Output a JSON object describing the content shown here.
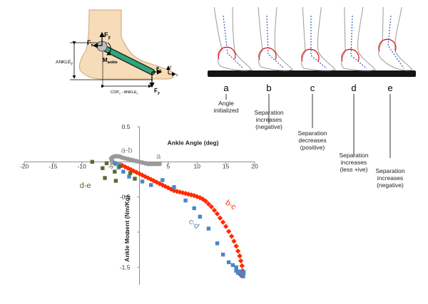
{
  "foot_diagram": {
    "labels": {
      "fx_top": "F",
      "fx_top_sub": "x",
      "fy_top": "F",
      "fy_top_sub": "y",
      "ankle_y": "ANKLE",
      "ankle_y_sub": "y",
      "m_ankle": "M",
      "m_ankle_sub": "ankle",
      "fx_bottom": "F",
      "fx_bottom_sub": "x",
      "fy_bottom": "F",
      "fy_bottom_sub": "y",
      "cop": "COP",
      "cop_sub": "x",
      "cop_mid": " - ANKLE",
      "cop_sub2": "x",
      "axis_x": "x",
      "axis_y": "y"
    }
  },
  "stages": [
    {
      "letter": "a",
      "caption": [
        "Angle",
        "initialized"
      ]
    },
    {
      "letter": "b",
      "caption": [
        "Separation",
        "increases",
        "(negative)"
      ]
    },
    {
      "letter": "c",
      "caption": [
        "Separation",
        "decreases",
        "(positive)"
      ]
    },
    {
      "letter": "d",
      "caption": [
        "Separation",
        "increases",
        "(less +ive)"
      ]
    },
    {
      "letter": "e",
      "caption": [
        "Separation",
        "increases",
        "(negative)"
      ]
    }
  ],
  "chart_data": {
    "type": "scatter",
    "title": "",
    "xlabel": "Ankle Angle (deg)",
    "ylabel": "Ankle Moment (Nm/Kg)",
    "xlim": [
      -20,
      20
    ],
    "ylim": [
      -1.75,
      0.5
    ],
    "x_ticks": [
      -20,
      -15,
      -10,
      -5,
      0,
      5,
      10,
      15,
      20
    ],
    "y_ticks": [
      0.5,
      -0.5,
      -1,
      -1.5
    ],
    "segment_labels": [
      "a-b",
      "a",
      "b-c",
      "c-d",
      "d-e"
    ],
    "series": [
      {
        "name": "a-b",
        "color": "#9a9a9a",
        "marker": "circle",
        "points": [
          [
            -4.2,
            0.08
          ],
          [
            -4.6,
            0.07
          ],
          [
            -4.9,
            0.05
          ],
          [
            -4.8,
            0.02
          ],
          [
            -4.5,
            -0.01
          ],
          [
            -4.2,
            -0.03
          ],
          [
            -3.5,
            -0.03
          ],
          [
            -3.0,
            0.06
          ],
          [
            -2.5,
            0.05
          ],
          [
            -2,
            0.04
          ],
          [
            -1.5,
            0.03
          ],
          [
            -1,
            0.02
          ],
          [
            -0.5,
            0.01
          ],
          [
            0,
            0.0
          ],
          [
            0.5,
            -0.01
          ],
          [
            1,
            -0.02
          ],
          [
            1.5,
            -0.03
          ],
          [
            2,
            -0.03
          ],
          [
            2.5,
            -0.03
          ],
          [
            3,
            -0.03
          ],
          [
            3.5,
            -0.03
          ],
          [
            -3.8,
            0.08
          ],
          [
            -3.4,
            0.075
          ]
        ]
      },
      {
        "name": "b-c",
        "color": "#ff2a00",
        "marker": "diamond",
        "points": [
          [
            -3,
            -0.05
          ],
          [
            -2.5,
            -0.07
          ],
          [
            -2,
            -0.09
          ],
          [
            -1.5,
            -0.11
          ],
          [
            -1,
            -0.13
          ],
          [
            -0.5,
            -0.15
          ],
          [
            0,
            -0.17
          ],
          [
            0.5,
            -0.19
          ],
          [
            1,
            -0.21
          ],
          [
            1.5,
            -0.23
          ],
          [
            2,
            -0.25
          ],
          [
            2.5,
            -0.27
          ],
          [
            3,
            -0.29
          ],
          [
            3.5,
            -0.31
          ],
          [
            4,
            -0.33
          ],
          [
            4.5,
            -0.35
          ],
          [
            5,
            -0.37
          ],
          [
            5.5,
            -0.39
          ],
          [
            6,
            -0.41
          ],
          [
            6.5,
            -0.42
          ],
          [
            7,
            -0.43
          ],
          [
            7.5,
            -0.44
          ],
          [
            8,
            -0.45
          ],
          [
            8.5,
            -0.46
          ],
          [
            9,
            -0.47
          ],
          [
            9.5,
            -0.48
          ],
          [
            10,
            -0.495
          ],
          [
            10.5,
            -0.51
          ],
          [
            11,
            -0.53
          ],
          [
            11.5,
            -0.56
          ],
          [
            12,
            -0.6
          ],
          [
            12.5,
            -0.64
          ],
          [
            13,
            -0.69
          ],
          [
            13.5,
            -0.74
          ],
          [
            14,
            -0.8
          ],
          [
            14.5,
            -0.86
          ],
          [
            15,
            -0.92
          ],
          [
            15.5,
            -0.99
          ],
          [
            16,
            -1.06
          ],
          [
            16.4,
            -1.13
          ],
          [
            16.8,
            -1.2
          ],
          [
            17.1,
            -1.27
          ],
          [
            17.4,
            -1.34
          ],
          [
            17.6,
            -1.41
          ],
          [
            17.8,
            -1.48
          ],
          [
            17.9,
            -1.55
          ],
          [
            18,
            -1.61
          ],
          [
            17.7,
            -1.62
          ],
          [
            17.5,
            -1.6
          ],
          [
            17.2,
            -1.58
          ],
          [
            16.9,
            -1.55
          ]
        ]
      },
      {
        "name": "c-d",
        "color": "#4a86c8",
        "marker": "square",
        "points": [
          [
            -4.2,
            -0.02
          ],
          [
            -3.6,
            -0.08
          ],
          [
            -2.8,
            -0.14
          ],
          [
            -1.8,
            -0.21
          ],
          [
            0.5,
            -0.28
          ],
          [
            2,
            -0.33
          ],
          [
            4,
            -0.26
          ],
          [
            6,
            -0.36
          ],
          [
            8,
            -0.55
          ],
          [
            9.5,
            -0.66
          ],
          [
            10.5,
            -0.78
          ],
          [
            12,
            -0.95
          ],
          [
            13.5,
            -1.16
          ],
          [
            14.5,
            -1.32
          ],
          [
            15.5,
            -1.43
          ],
          [
            16.2,
            -1.47
          ],
          [
            16.8,
            -1.5
          ],
          [
            17.4,
            -1.56
          ],
          [
            17.8,
            -1.6
          ],
          [
            18,
            -1.63
          ],
          [
            18.1,
            -1.57
          ],
          [
            16.8,
            -1.55
          ],
          [
            17.1,
            -1.58
          ]
        ]
      },
      {
        "name": "d-e",
        "color": "#5a6b2e",
        "marker": "square",
        "points": [
          [
            -8.2,
            0.0
          ],
          [
            -5.7,
            -0.02
          ],
          [
            -3.4,
            -0.06
          ],
          [
            -6.4,
            -0.09
          ],
          [
            -4.3,
            -0.14
          ],
          [
            -1.6,
            -0.16
          ],
          [
            -6.0,
            -0.23
          ],
          [
            -4.1,
            -0.27
          ],
          [
            -0.8,
            -0.24
          ]
        ]
      }
    ]
  }
}
